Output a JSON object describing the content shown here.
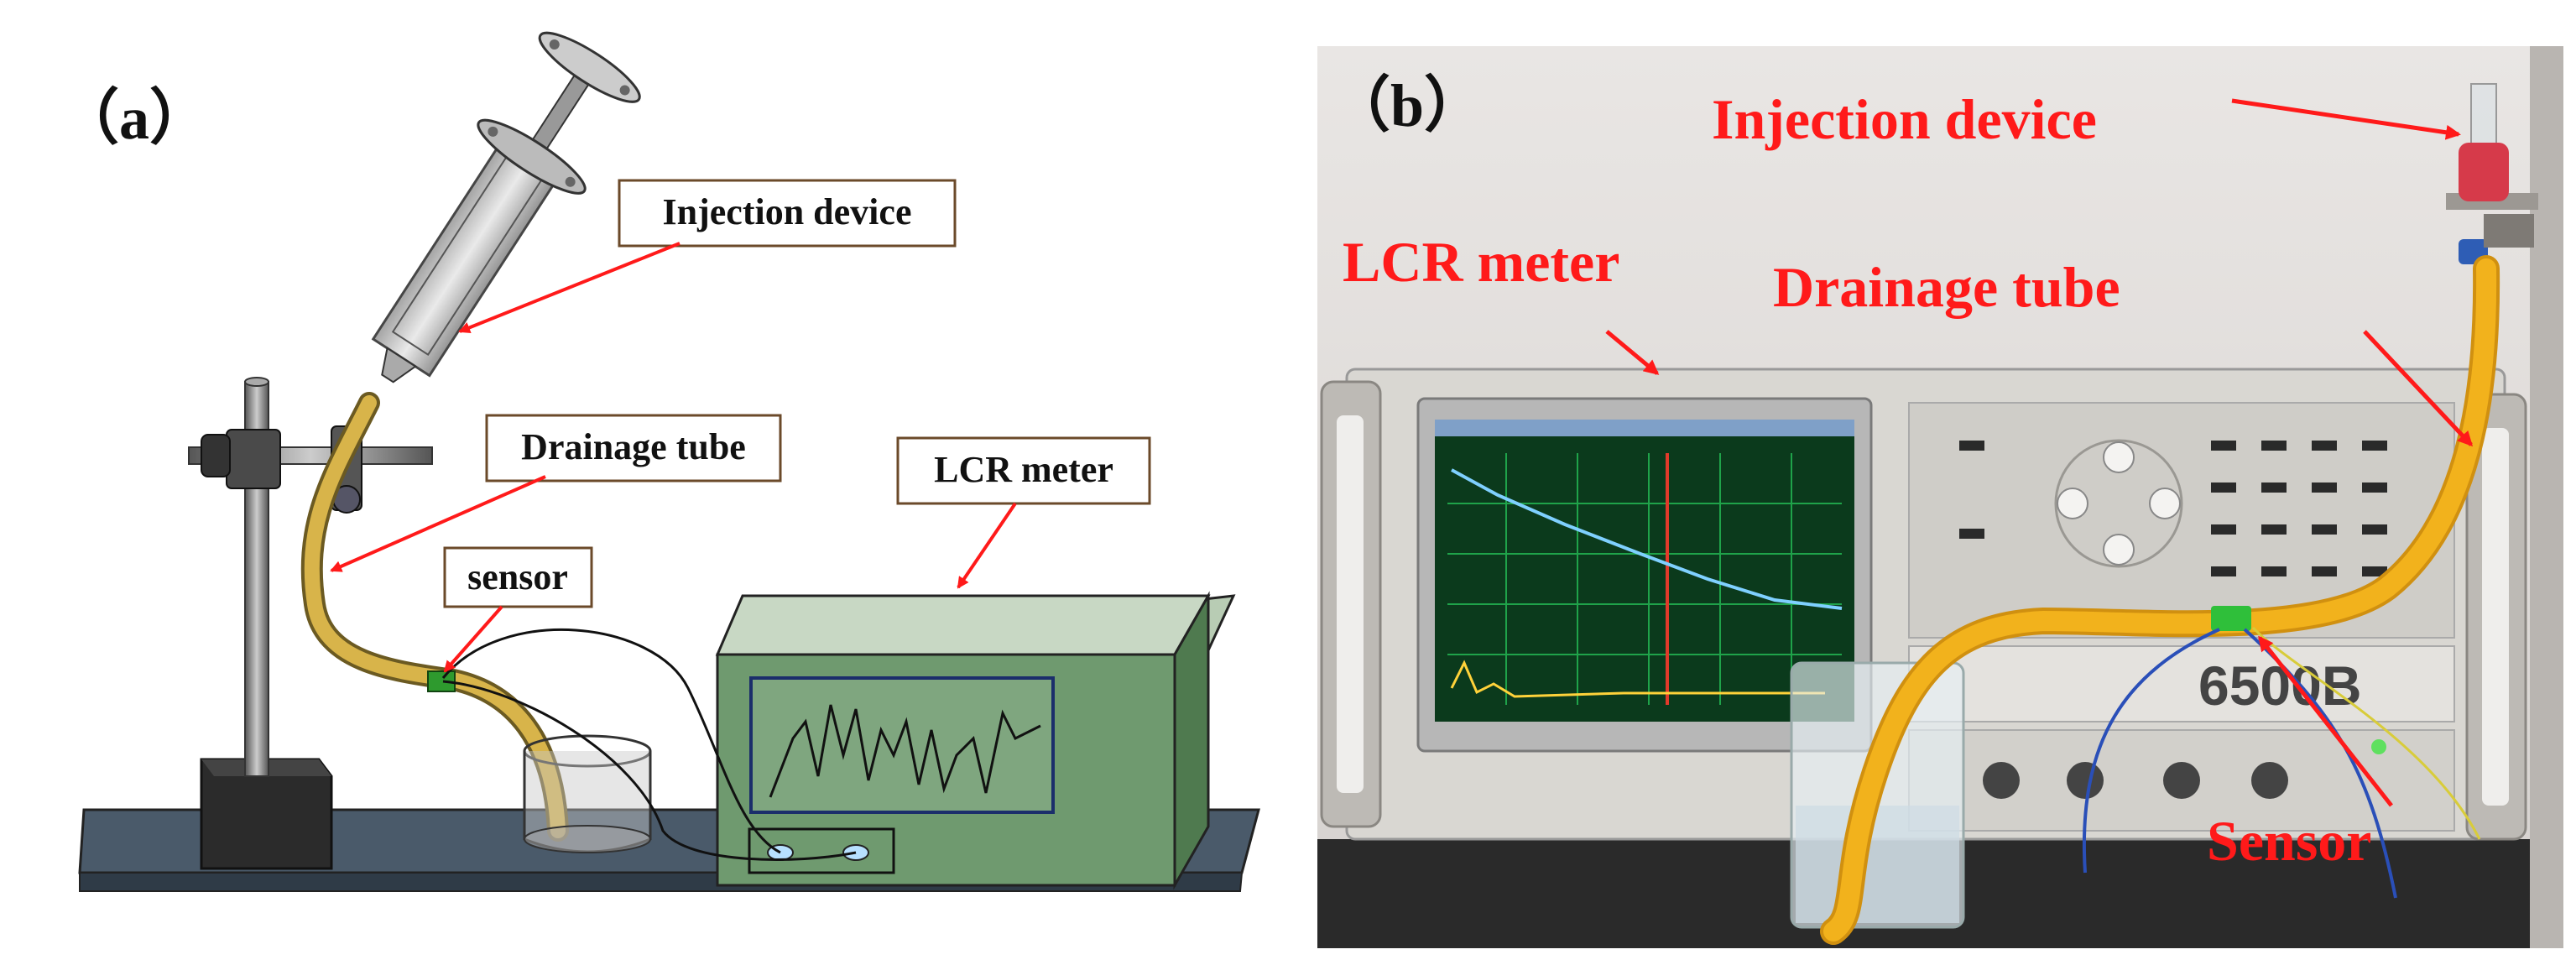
{
  "panel_a": {
    "letter": "（a）",
    "labels": {
      "injection": "Injection device",
      "drainage": "Drainage tube",
      "lcr": "LCR meter",
      "sensor": "sensor"
    }
  },
  "panel_b": {
    "letter": "（b）",
    "labels": {
      "injection": "Injection device",
      "lcr": "LCR meter",
      "drainage": "Drainage tube",
      "sensor": "Sensor",
      "meter_model": "6500B"
    }
  },
  "colors": {
    "arrow": "#ff1a1a",
    "tube": "#d8b44a",
    "meter": "#6f9a6f",
    "base": "#3f4f5e",
    "photo_label": "#ff1a1a"
  }
}
